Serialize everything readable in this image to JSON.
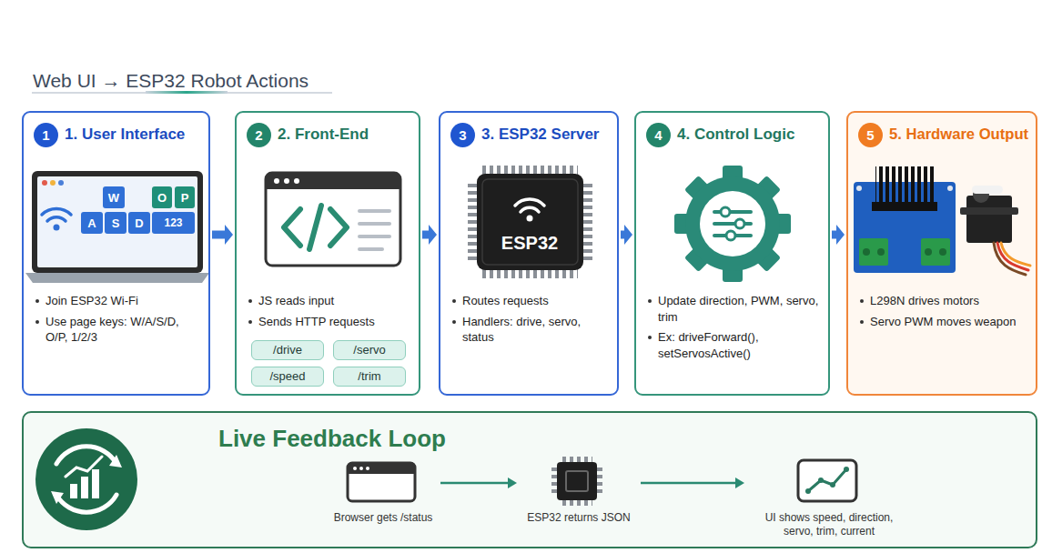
{
  "diagram": {
    "title": "Web UI → ESP32 Robot Actions",
    "nodes": [
      {
        "text": [
          "1",
          "1. User Interface",
          "Join ESP32 Wi-Fi",
          "Use page keys: W/A/S/D, O/P, 1/2/3"
        ]
      },
      {
        "text": [
          "2",
          "2. Front-End",
          "JS reads input",
          "Sends HTTP requests"
        ]
      },
      {
        "text": [
          "/drive"
        ],
        "in": 1
      },
      {
        "text": [
          "/servo"
        ],
        "in": 1
      },
      {
        "text": [
          "/speed"
        ],
        "in": 1
      },
      {
        "text": [
          "/trim"
        ],
        "in": 1
      },
      {
        "text": [
          "3",
          "3. ESP32 Server",
          "Routes requests",
          "Handlers: drive, servo, status"
        ]
      },
      {
        "text": [
          "4",
          "4. Control Logic",
          "Update direction, PWM, servo, trim",
          "Ex: driveForward(), setServosActive()"
        ]
      },
      {
        "text": [
          "5",
          "5. Hardware Output",
          "L298N drives motors",
          "Servo PWM moves weapon"
        ]
      },
      {
        "text": [
          "Live Feedback Loop"
        ]
      },
      {
        "text": [
          "Browser gets /status"
        ],
        "in": 9
      },
      {
        "text": [
          "ESP32 returns JSON"
        ],
        "in": 9
      },
      {
        "text": [
          "UI shows speed, direction, servo, trim, current"
        ],
        "in": 9
      }
    ],
    "edges": [
      {
        "from": 0,
        "to": 1,
        "arrow": "to"
      },
      {
        "from": 1,
        "to": 6,
        "arrow": "to"
      },
      {
        "from": 6,
        "to": 7,
        "arrow": "to"
      },
      {
        "from": 7,
        "to": 8,
        "arrow": "to"
      },
      {
        "from": 10,
        "to": 11,
        "arrow": "to"
      },
      {
        "from": 11,
        "to": 12,
        "arrow": "to"
      }
    ],
    "labels": [
      "W",
      "A",
      "S",
      "D",
      "O",
      "P",
      "123",
      "ESP32"
    ]
  }
}
